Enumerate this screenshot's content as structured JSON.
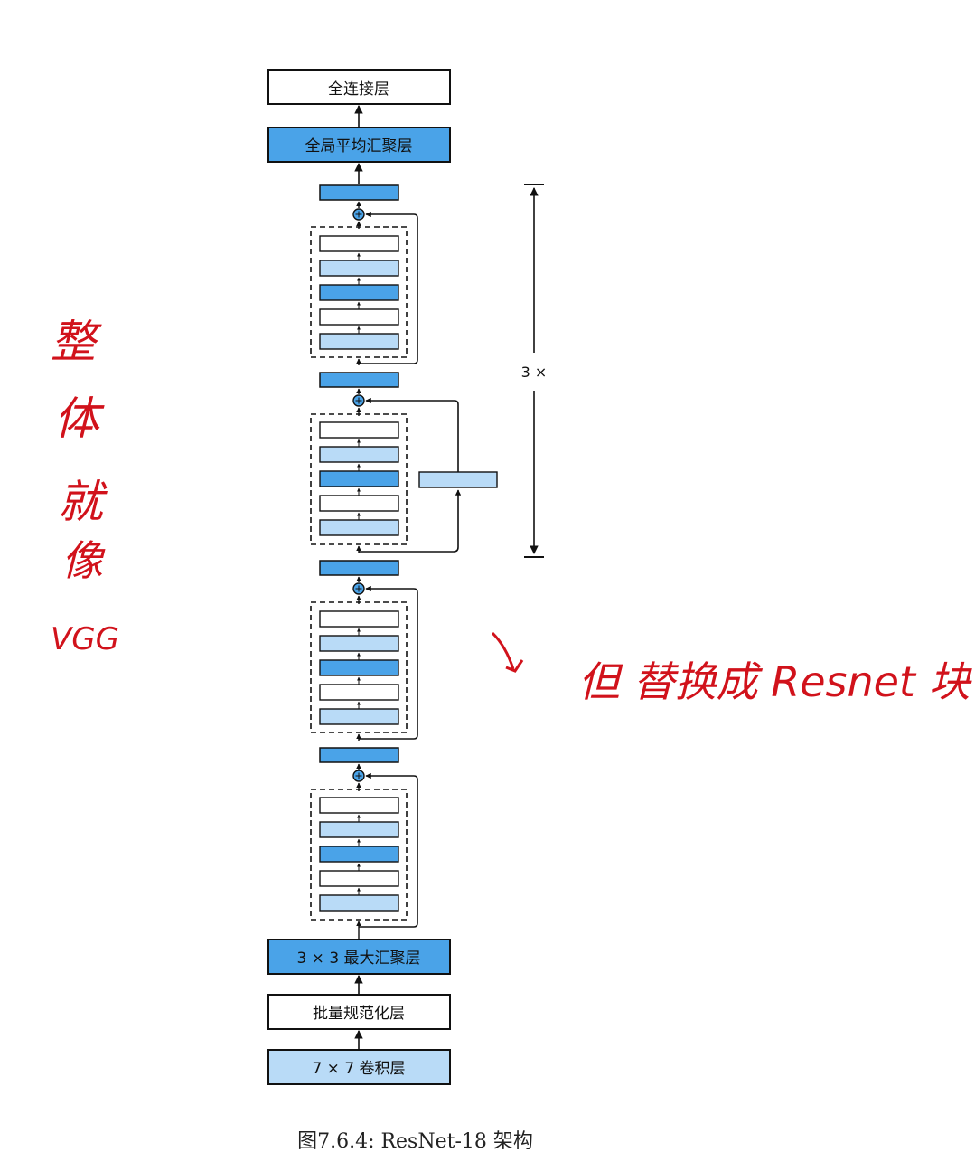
{
  "layers": {
    "fc": "全连接层",
    "global_avg_pool": "全局平均汇聚层",
    "max_pool": "3 × 3 最大汇聚层",
    "batch_norm": "批量规范化层",
    "conv7": "7 × 7 卷积层"
  },
  "repeat_label": "3 ×",
  "caption": "图7.6.4: ResNet-18 架构",
  "colors": {
    "dark_blue": "#4aa3e8",
    "light_blue": "#b9dbf7",
    "white": "#ffffff",
    "ink": "#111111",
    "annotation_red": "#d1121b"
  },
  "annotations": {
    "left_vertical": [
      "整",
      "体",
      "就",
      "像"
    ],
    "left_bottom": "VGG",
    "right": "但 替换成 Resnet 块"
  }
}
